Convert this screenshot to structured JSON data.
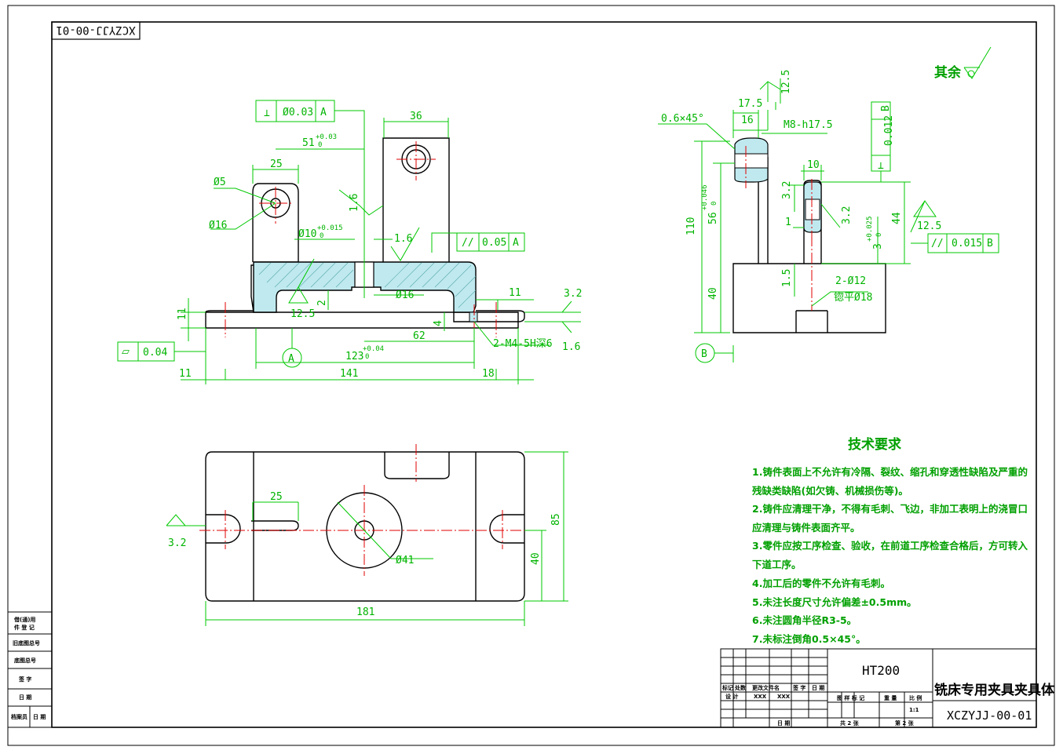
{
  "drawing_number": "XCZYJJ-00-01",
  "drawing_number_mirrored": "XCZYJJ-00-01",
  "surface_finish_note": "其余",
  "front_view": {
    "flatness_frame": {
      "symbol": "⏥",
      "value": "0.04"
    },
    "perpendicular_frame": {
      "symbol": "⊥",
      "value": "Ø0.03",
      "datum": "A"
    },
    "parallel_frame": {
      "symbol": "//",
      "value": "0.05",
      "datum": "A"
    },
    "dims": {
      "d36": "36",
      "d51": "51",
      "d51_tol_up": "+0.03",
      "d51_tol_low": "0",
      "d25": "25",
      "d_phi5": "Ø5",
      "d_phi16": "Ø16",
      "d_phi10": "Ø10",
      "d_phi10_up": "+0.015",
      "d_phi10_low": "0",
      "r16a": "1.6",
      "r16b": "1.6",
      "d_phi16b": "Ø16",
      "d11": "11",
      "d11b": "11",
      "d11c": "11",
      "d2": "2",
      "d125": "12.5",
      "d123": "123",
      "d123_up": "+0.04",
      "d123_low": "0",
      "d62": "62",
      "d141": "141",
      "d18": "18",
      "d4": "4",
      "thread": "2-M4-5H深6",
      "r32": "3.2",
      "r16c": "1.6",
      "datumA": "A"
    }
  },
  "side_view": {
    "dims": {
      "chamfer": "0.6×45°",
      "d175": "17.5",
      "d16": "16",
      "thread": "M8-h17.5",
      "r125": "12.5",
      "d10": "10",
      "r32a": "3.2",
      "r32b": "3.2",
      "d1": "1",
      "d110": "110",
      "d56": "56",
      "d56_up": "+0.046",
      "d56_low": "0",
      "d40": "40",
      "d15": "1.5",
      "d3": "3",
      "d3_up": "+0.025",
      "d3_low": "0",
      "d44": "44",
      "r125b": "12.5",
      "holes": "2-Ø12",
      "spotface": "锪平Ø18",
      "datumB": "B"
    },
    "perp_frame": {
      "symbol": "⊥",
      "value": "0.012",
      "datum": "B"
    },
    "parallel_frame": {
      "symbol": "//",
      "value": "0.015",
      "datum": "B"
    }
  },
  "top_view": {
    "dims": {
      "d25": "25",
      "d_phi41": "Ø41",
      "d85": "85",
      "d40": "40",
      "d181": "181",
      "r32": "3.2"
    }
  },
  "tech_requirements": {
    "title": "技术要求",
    "lines": [
      "1.铸件表面上不允许有冷隔、裂纹、缩孔和穿透性缺陷及严重的",
      "残缺类缺陷(如欠铸、机械损伤等)。",
      "2.铸件应清理干净，不得有毛刺、飞边，非加工表明上的浇冒口",
      "应清理与铸件表面齐平。",
      "3.零件应按工序检查、验收，在前道工序检查合格后，方可转入",
      "下道工序。",
      "4.加工后的零件不允许有毛刺。",
      "5.未注长度尺寸允许偏差±0.5mm。",
      "6.未注圆角半径R3-5。",
      "7.未标注倒角0.5×45°。"
    ]
  },
  "title_block": {
    "material": "HT200",
    "part_name": "铣床专用夹具夹具体",
    "drawing_no": "XCZYJJ-00-01",
    "scale": "1:1",
    "h_mark": "标记",
    "h_count": "处数",
    "h_doc": "更改文件名",
    "h_sign": "签 字",
    "h_date": "日 期",
    "h_design": "设 计",
    "xxx1": "XXX",
    "xxx2": "XXX",
    "h_stage": "图 样 标 记",
    "h_weight": "重 量",
    "h_ratio": "比 例",
    "h_total": "共 2 张",
    "h_sheet": "第 2 张",
    "h_date2": "日 期"
  },
  "side_table": {
    "rows": [
      "借(通)用",
      "件 登 记",
      "旧底图总号",
      "底图总号",
      "签  字",
      "日  期",
      "档案员",
      "日  期"
    ]
  }
}
